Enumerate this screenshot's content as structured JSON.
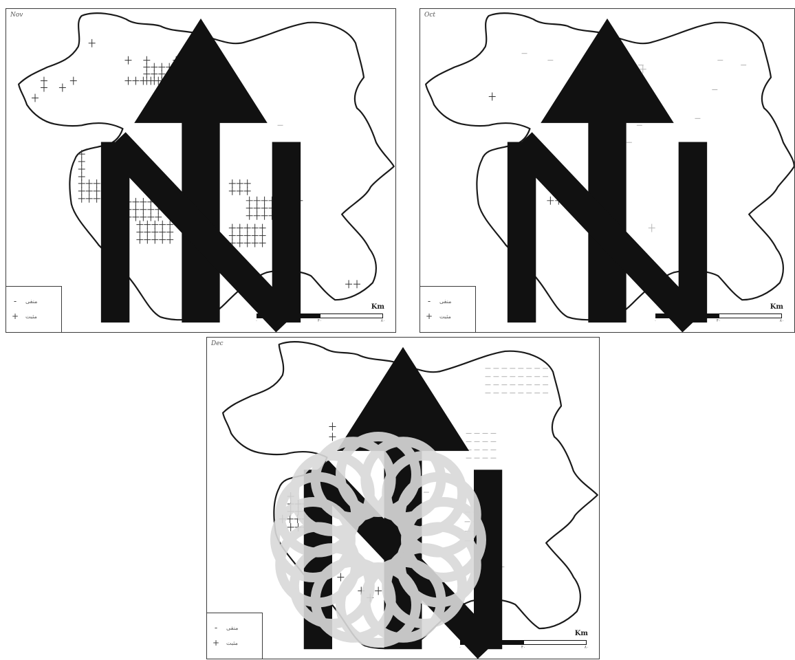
{
  "panels": {
    "nov": {
      "label": "Nov"
    },
    "oct": {
      "label": "Oct"
    },
    "dec": {
      "label": "Dec"
    }
  },
  "legend": {
    "negative_label": "منفی",
    "positive_label": "مثبت",
    "negative_symbol": "-",
    "positive_symbol": "+"
  },
  "scalebar": {
    "unit": "Km",
    "ticks": [
      "۰",
      "۴۰",
      "۸۰"
    ]
  },
  "colors": {
    "outline": "#1a1a1a",
    "positive_marker": "#333333",
    "negative_marker": "#b0b0b0",
    "watermark": "#d9d9d9"
  },
  "icons": {
    "north_arrow": "north-arrow-icon",
    "watermark": "geometric-rosette-watermark"
  }
}
